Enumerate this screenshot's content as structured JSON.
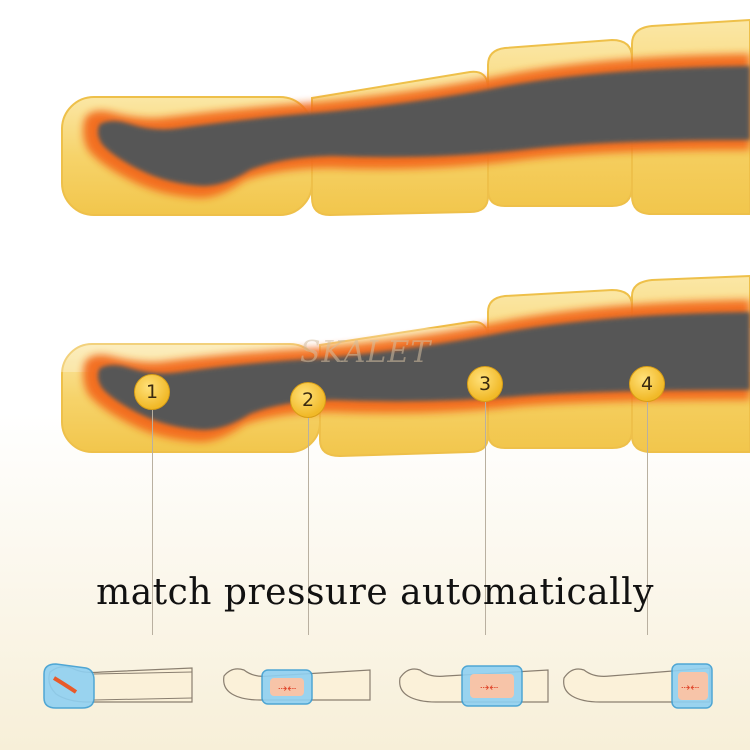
{
  "caption": "match pressure automatically",
  "watermark": "SKALET",
  "chambers": [
    {
      "label": "1"
    },
    {
      "label": "2"
    },
    {
      "label": "3"
    },
    {
      "label": "4"
    }
  ],
  "colors": {
    "cuff_fill": "#f6d67a",
    "cuff_edge": "#f0c440",
    "leg_core": "#555555",
    "heat": "#f36a1a",
    "background_bottom": "#f7efd8",
    "pad_blue": "#7cc4ec"
  }
}
